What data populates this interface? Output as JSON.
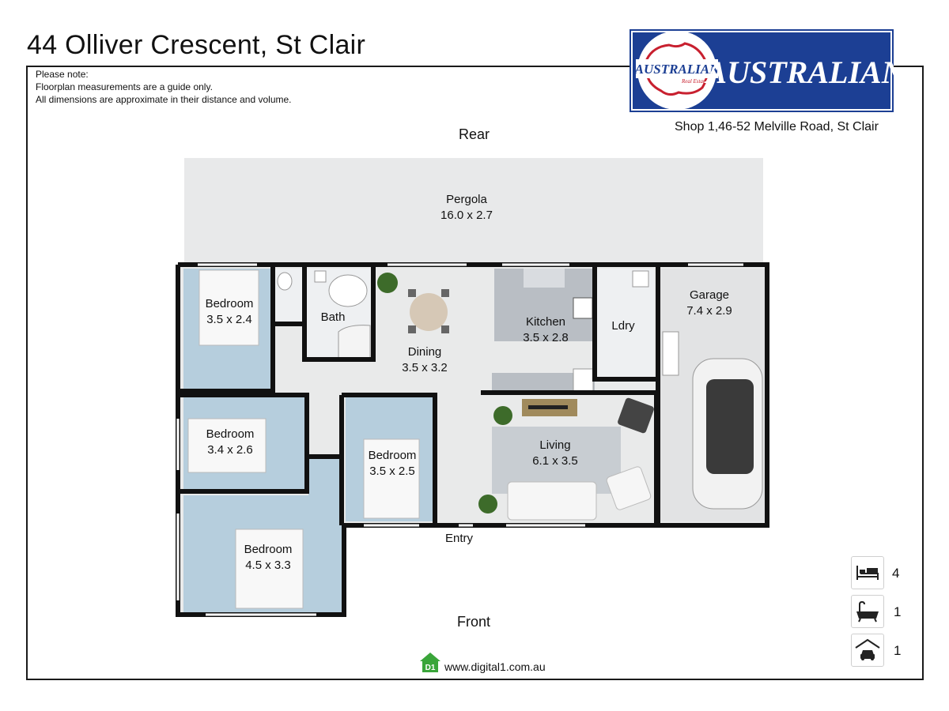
{
  "header": {
    "title": "44 Olliver Crescent, St Clair",
    "note_heading": "Please note:",
    "note_line1": "Floorplan measurements are a guide only.",
    "note_line2": "All dimensions are approximate in their distance and volume.",
    "agency_address": "Shop 1,46-52 Melville Road, St Clair"
  },
  "logo": {
    "emblem_text": "AUSTRALIAN",
    "emblem_subtext": "Real Estate",
    "wordmark": "AUSTRALIAN",
    "brand_color": "#1c3f94"
  },
  "orientation": {
    "rear": "Rear",
    "front": "Front",
    "entry": "Entry"
  },
  "rooms": {
    "pergola": {
      "name": "Pergola",
      "dims": "16.0 x 2.7"
    },
    "bed1": {
      "name": "Bedroom",
      "dims": "3.5 x 2.4"
    },
    "bath": {
      "name": "Bath"
    },
    "dining": {
      "name": "Dining",
      "dims": "3.5 x 3.2"
    },
    "kitchen": {
      "name": "Kitchen",
      "dims": "3.5 x 2.8"
    },
    "laundry": {
      "name": "Ldry"
    },
    "garage": {
      "name": "Garage",
      "dims": "7.4 x 2.9"
    },
    "bed2": {
      "name": "Bedroom",
      "dims": "3.4 x 2.6"
    },
    "bed3": {
      "name": "Bedroom",
      "dims": "3.5 x 2.5"
    },
    "living": {
      "name": "Living",
      "dims": "6.1 x 3.5"
    },
    "bed4": {
      "name": "Bedroom",
      "dims": "4.5 x 3.3"
    }
  },
  "features": {
    "bedrooms": "4",
    "bathrooms": "1",
    "garages": "1",
    "icons": [
      "bed-icon",
      "bathtub-icon",
      "garage-car-icon"
    ]
  },
  "footer": {
    "website": "www.digital1.com.au",
    "badge": "D1"
  }
}
